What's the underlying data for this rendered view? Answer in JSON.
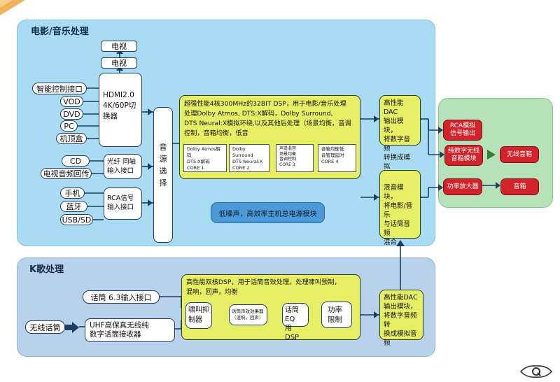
{
  "movie": {
    "title": "电影/音乐处理",
    "hdmi_top": [
      "电视",
      "电视"
    ],
    "inputs_hdmi": [
      "智能控制接口",
      "VOD",
      "DVD",
      "PC",
      "机顶盒"
    ],
    "hdmi_box": [
      "HDMI2.0",
      "4K/60P切",
      "换器"
    ],
    "inputs_optical": [
      "CD",
      "电视音频回传"
    ],
    "optical_box": [
      "光纤  同轴",
      "输入接口"
    ],
    "inputs_rca": [
      "手机",
      "蓝牙",
      "USB/SD"
    ],
    "rca_box": [
      "RCA信号",
      "输入接口"
    ],
    "source_select": [
      "音",
      "源",
      "选",
      "择"
    ],
    "dsp_text": [
      "超强性能4核300MHz的32BIT DSP，用于电影/音乐处理",
      "处理Dolby Atmos, DTS:X解码，Dolby Surround,",
      "DTS Neural:X模拟环绕,以及其他后处理（场景均衡，音调",
      "控制，音箱均衡，低音"
    ],
    "cores": [
      [
        "Dolby Atmos解码",
        "DTS:X解码",
        "CORE 1"
      ],
      [
        "Dolby Surround",
        "DTS Neural:X",
        "CORE 2"
      ],
      [
        "声道混音",
        "场景均衡",
        "音调控制",
        "CORE 3"
      ],
      [
        "音箱均衡低",
        "音管理延时",
        "CORE 4"
      ]
    ],
    "dac_box": [
      "高性能 DAC",
      "输出模块，",
      "将数字音频",
      "转换成模拟",
      "音频"
    ],
    "mix_box": [
      "混音模块，",
      "将电影/音乐",
      "与话筒音频",
      "混合"
    ],
    "power_label": "低噪声，高效率主机总电源模块"
  },
  "ktv": {
    "title": "K歌处理",
    "mic_input": "话筒 6.3输入接口",
    "wireless_mic": "无线话筒",
    "uhf_box": [
      "UHF高保真无线纯",
      "数字话筒接收器"
    ],
    "dsp_text": [
      "高性能双核DSP，用于话筒音效处理。处理啸叫预制，",
      "混响，回声，均衡"
    ],
    "feedback": [
      "啸叫抑",
      "制器"
    ],
    "effect": [
      "话筒声效效果器",
      "（混响，回声）"
    ],
    "eq": [
      "话筒EQ",
      "用DSP"
    ],
    "limiter": [
      "功率",
      "限制"
    ],
    "dac_box": [
      "高性能DAC",
      "输出模块，",
      "将数字音频转",
      "换成模拟音频"
    ]
  },
  "output": {
    "rca_out": [
      "RCA模拟",
      "信号输出"
    ],
    "wireless_module": [
      "纯数字无线",
      "音箱模块"
    ],
    "wireless_speaker": "无线音箱",
    "amp": "功率放大器",
    "speaker": "音箱"
  },
  "colors": {
    "movie_panel": "#a9dbf2",
    "ktv_panel": "#b9d2ec",
    "output_panel": "#b6e2b9",
    "yellow": "#e6ee63",
    "red": "#d2232a"
  }
}
